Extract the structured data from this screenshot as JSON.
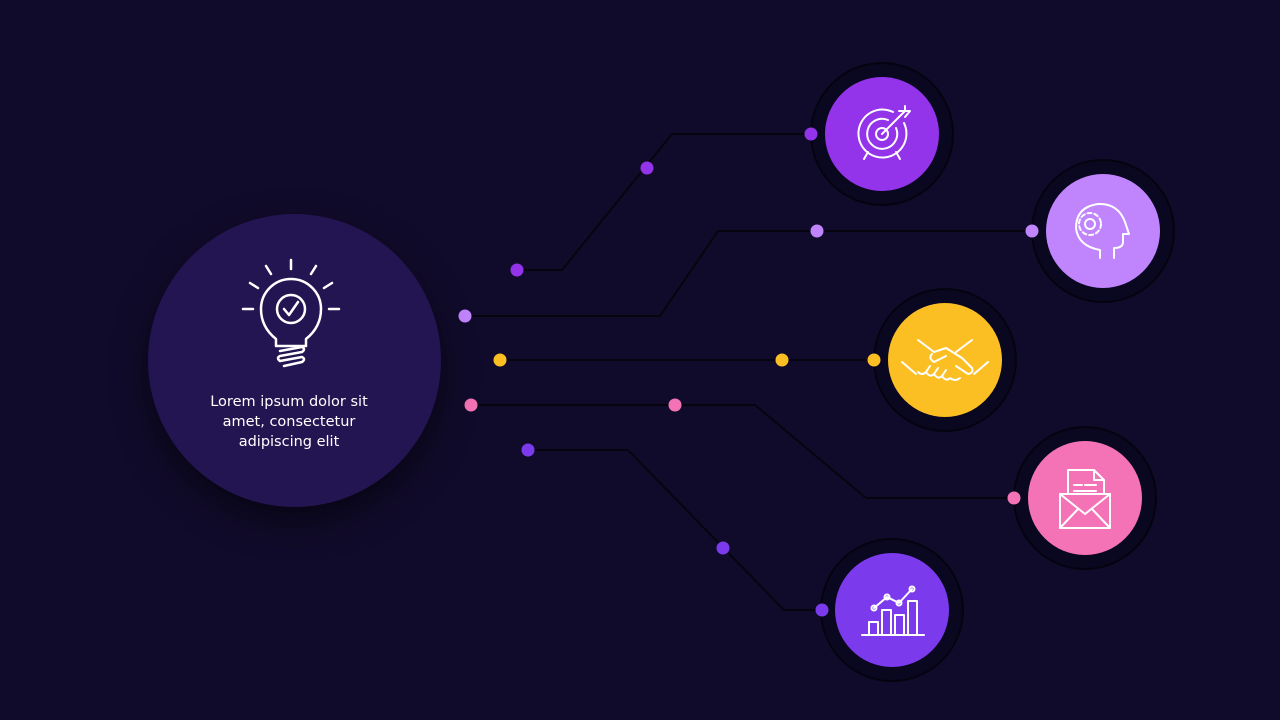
{
  "hub": {
    "icon": "lightbulb-check-icon",
    "text_lines": [
      "Lorem ipsum dolor sit",
      "amet, consectetur",
      "adipiscing elit"
    ]
  },
  "nodes": [
    {
      "id": "target",
      "icon": "target-arrow-icon",
      "color": "#9333ea"
    },
    {
      "id": "mind",
      "icon": "head-gear-icon",
      "color": "#c084fc"
    },
    {
      "id": "handshake",
      "icon": "handshake-icon",
      "color": "#fbbf24"
    },
    {
      "id": "mail",
      "icon": "envelope-document-icon",
      "color": "#f472b6"
    },
    {
      "id": "chart",
      "icon": "bar-chart-trend-icon",
      "color": "#7c3aed"
    }
  ],
  "colors": {
    "background": "#110b2b",
    "hub": "#231552",
    "connector": "#06050f",
    "ring": "#0a0720"
  }
}
